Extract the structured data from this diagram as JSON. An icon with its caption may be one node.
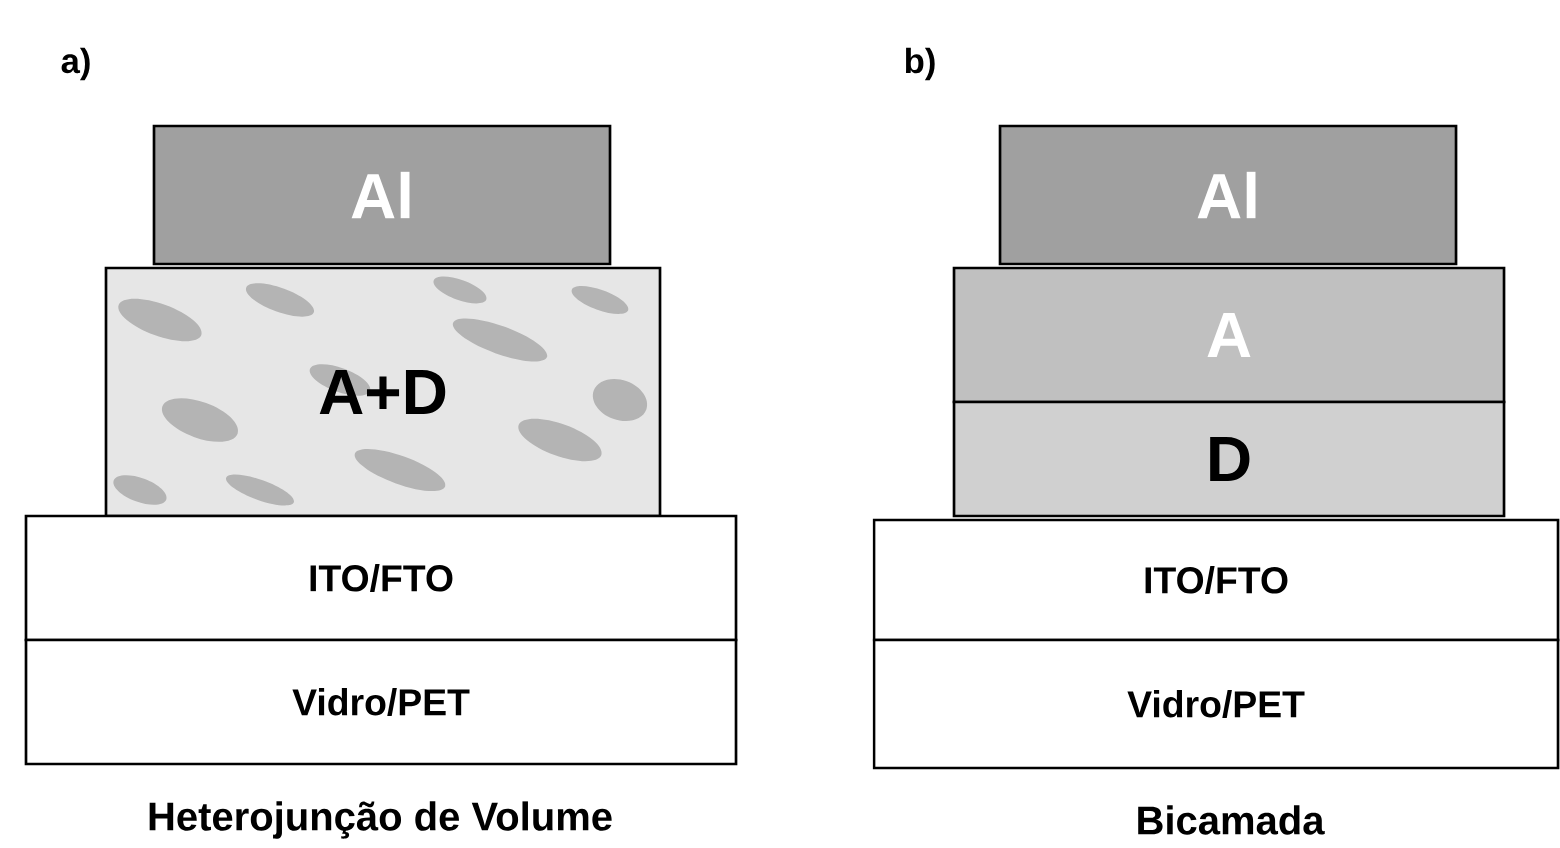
{
  "diagram": {
    "nodes": [
      {
        "text": [
          "Al"
        ]
      },
      {
        "text": [
          "A+D"
        ]
      },
      {
        "text": [
          "ITO/FTO"
        ]
      },
      {
        "text": [
          "Vidro/PET"
        ]
      },
      {
        "text": [
          "Al"
        ]
      },
      {
        "text": [
          "A"
        ]
      },
      {
        "text": [
          "D"
        ]
      },
      {
        "text": [
          "ITO/FTO"
        ]
      },
      {
        "text": [
          "Vidro/PET"
        ]
      }
    ],
    "labels": [
      "a)",
      "b)",
      "Heterojunção de Volume",
      "Bicamada"
    ]
  }
}
